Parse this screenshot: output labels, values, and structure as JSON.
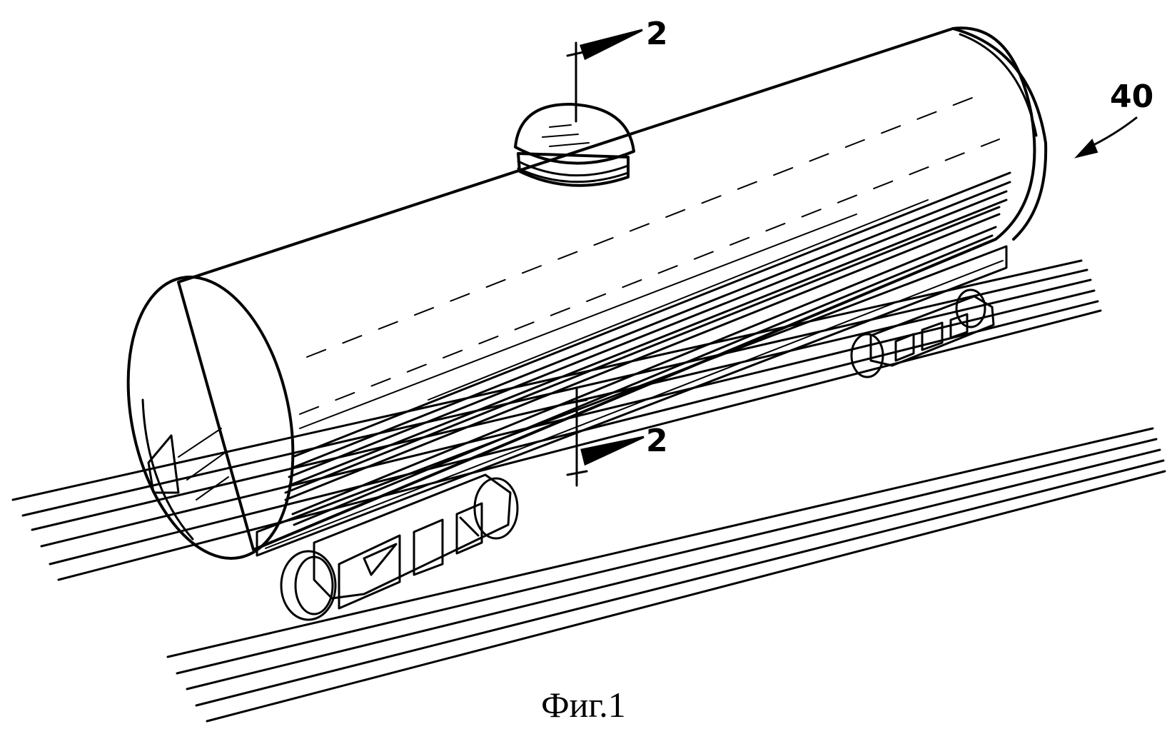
{
  "figure": {
    "caption": "Фиг.1",
    "reference_numerals": {
      "section_top": "2",
      "section_bottom": "2",
      "tank_car": "40"
    }
  }
}
